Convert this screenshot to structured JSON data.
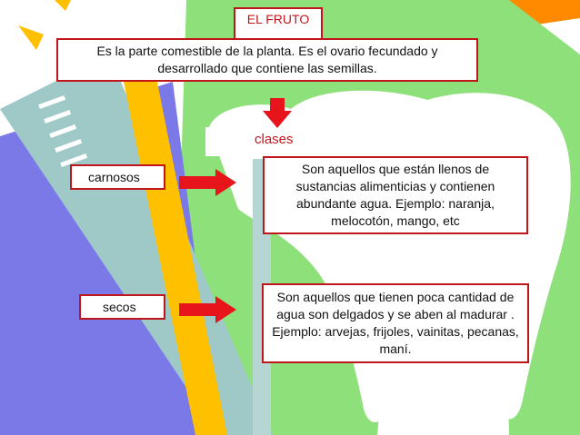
{
  "slide": {
    "title": "EL FRUTO",
    "definition": "Es la parte comestible de la planta. Es el ovario fecundado y desarrollado que contiene las semillas.",
    "clases_label": "clases",
    "types": [
      {
        "label": "carnosos",
        "description": "Son aquellos que están llenos de sustancias alimenticias y contienen abundante agua. Ejemplo: naranja, melocotón, mango, etc"
      },
      {
        "label": "secos",
        "description": "Son aquellos que tienen poca cantidad de agua son delgados y se aben al madurar . Ejemplo: arvejas, frijoles, vainitas, pecanas, maní."
      }
    ]
  },
  "colors": {
    "accent_red": "#c0161b",
    "green": "#8ee07a",
    "purple": "#7b79e8",
    "teal": "#9fc9c6",
    "orange": "#ff8a00",
    "yellow": "#ffc000"
  }
}
